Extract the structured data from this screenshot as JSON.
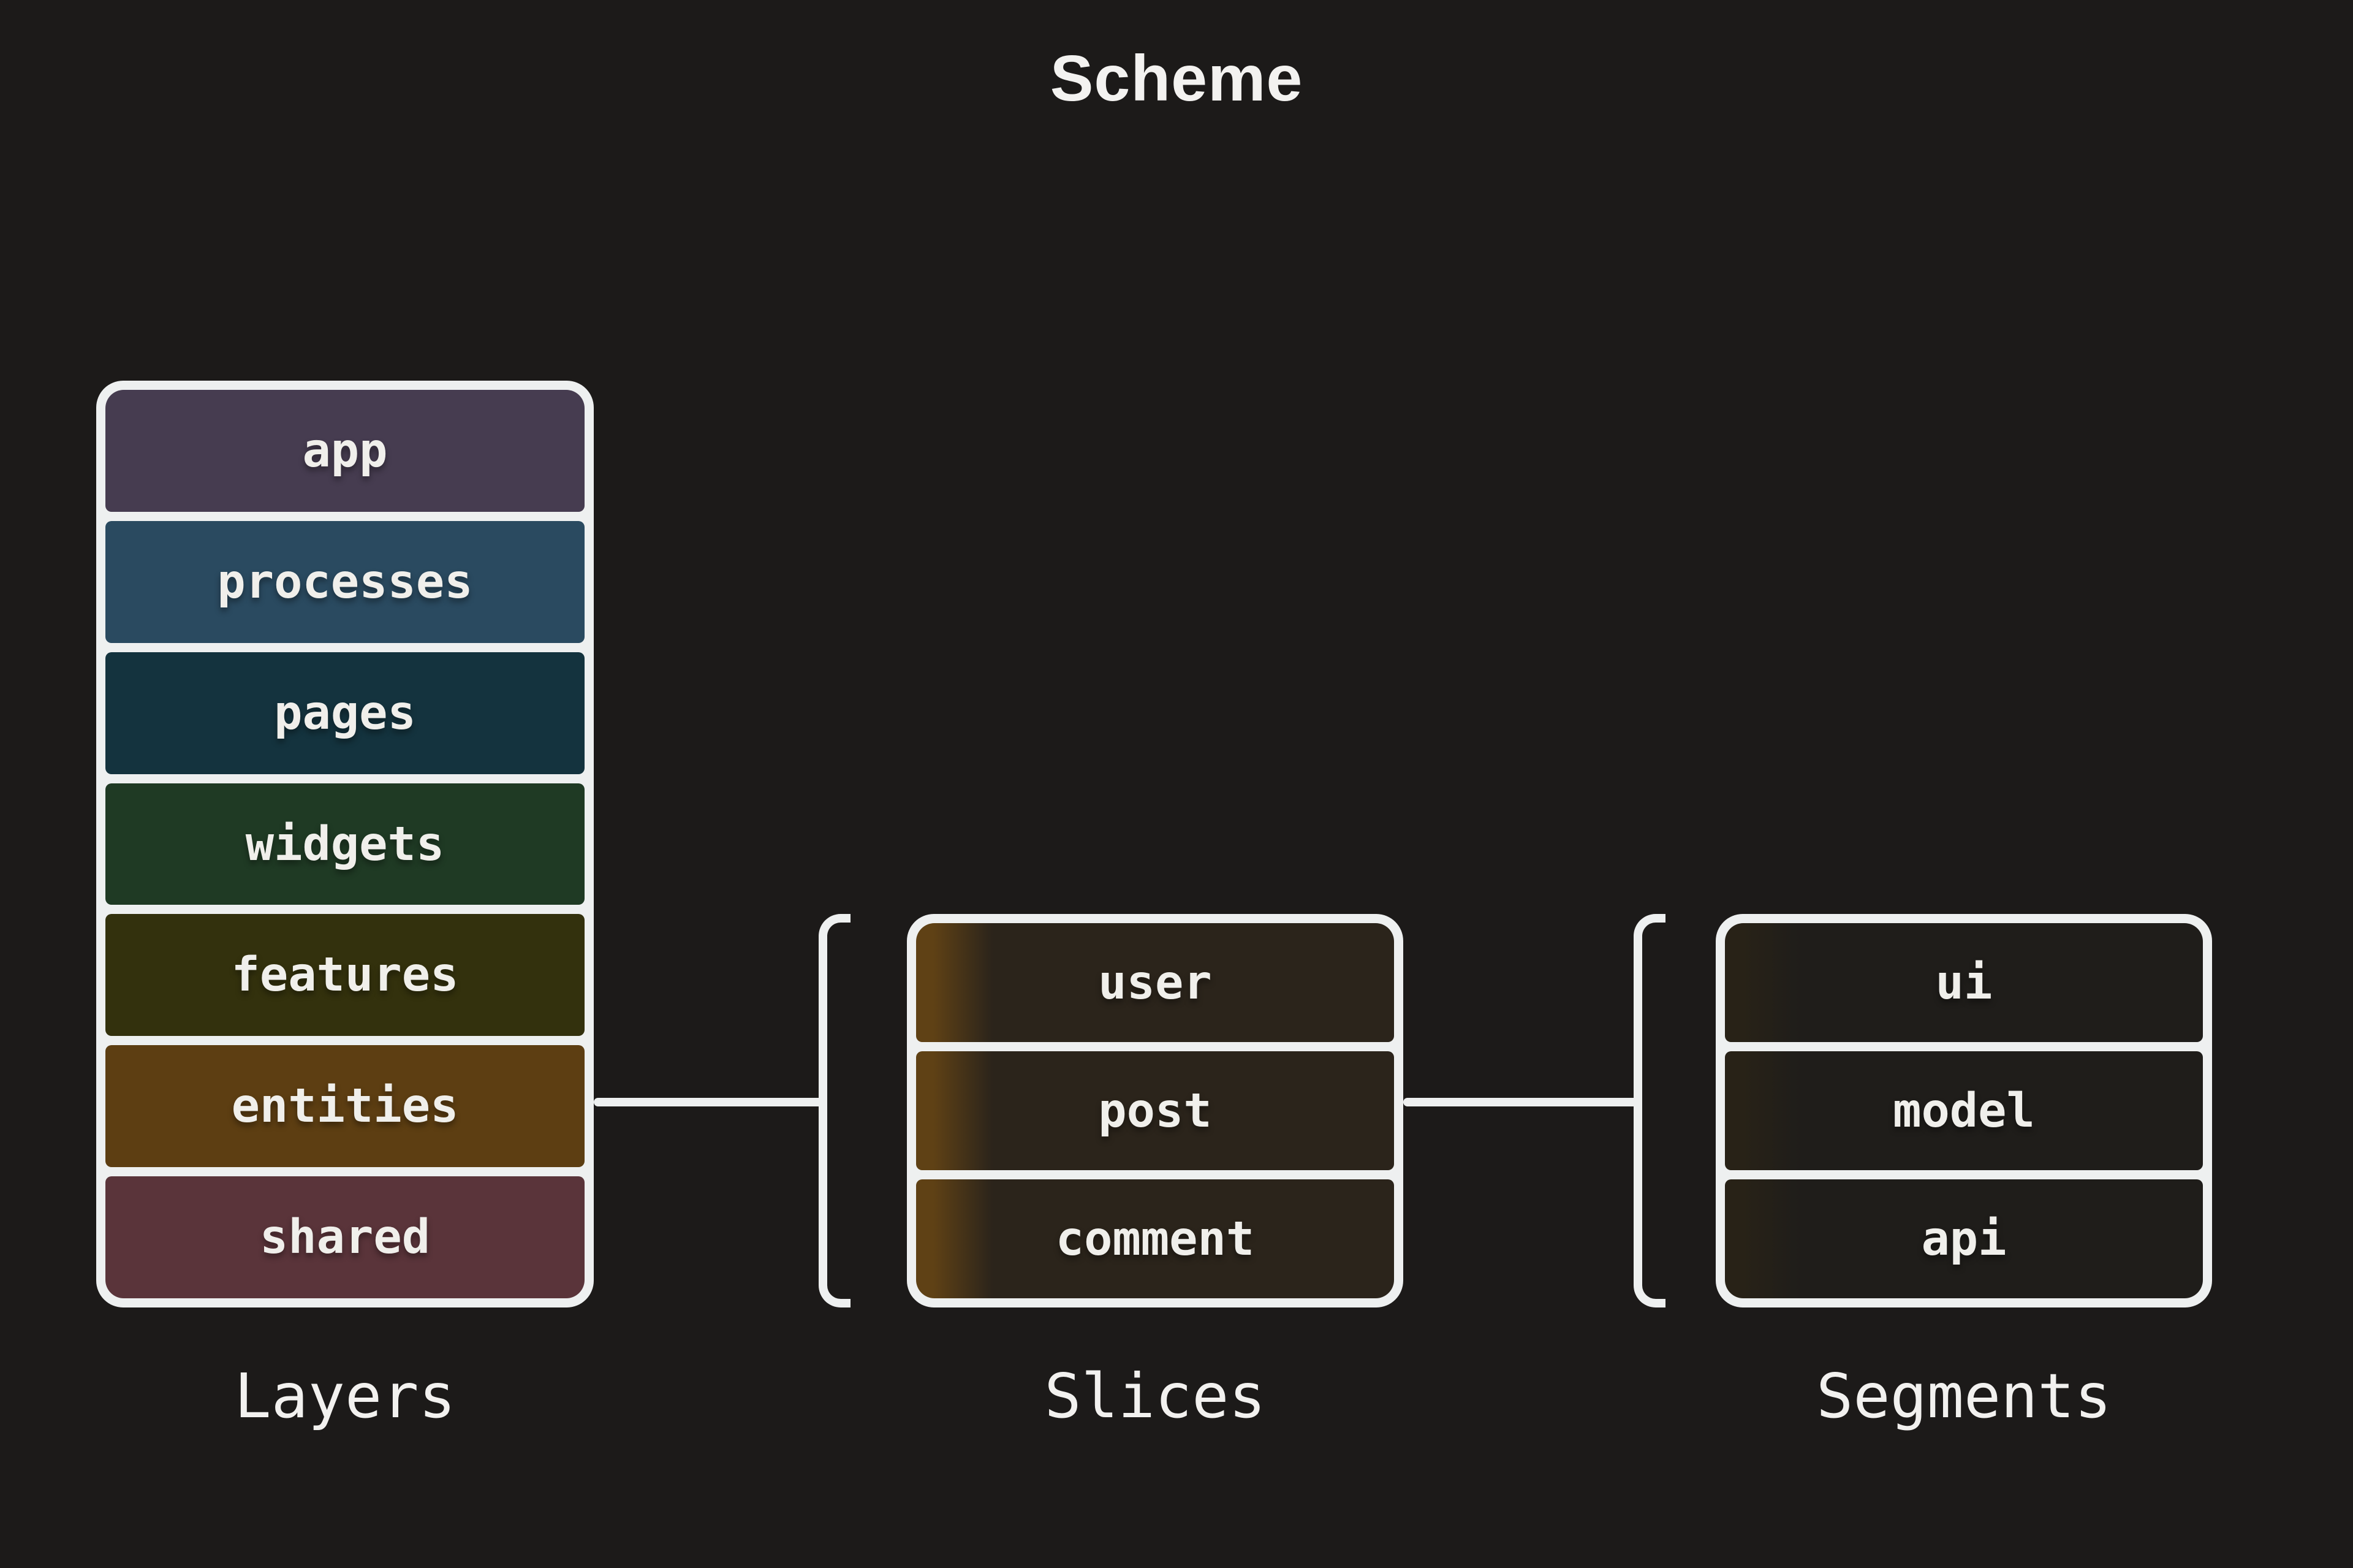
{
  "title": "Scheme",
  "page_background": "#1c1a19",
  "frame_white": "#eef0f0",
  "row_text_color": "#f0efeb",
  "groups": [
    {
      "label": "Layers",
      "items": [
        {
          "label": "app",
          "color": "#463c50"
        },
        {
          "label": "processes",
          "color": "#2a4a60"
        },
        {
          "label": "pages",
          "color": "#14333e"
        },
        {
          "label": "widgets",
          "color": "#1f3a24"
        },
        {
          "label": "features",
          "color": "#33310d"
        },
        {
          "label": "entities",
          "color": "#5d3e12"
        },
        {
          "label": "shared",
          "color": "#5a343a"
        }
      ]
    },
    {
      "label": "Slices",
      "row_bg": "#2b241b",
      "row_accent": "#5f4115",
      "items": [
        {
          "label": "user"
        },
        {
          "label": "post"
        },
        {
          "label": "comment"
        }
      ]
    },
    {
      "label": "Segments",
      "row_bg": "#1f1d1a",
      "row_accent": "#282217",
      "items": [
        {
          "label": "ui"
        },
        {
          "label": "model"
        },
        {
          "label": "api"
        }
      ]
    }
  ]
}
